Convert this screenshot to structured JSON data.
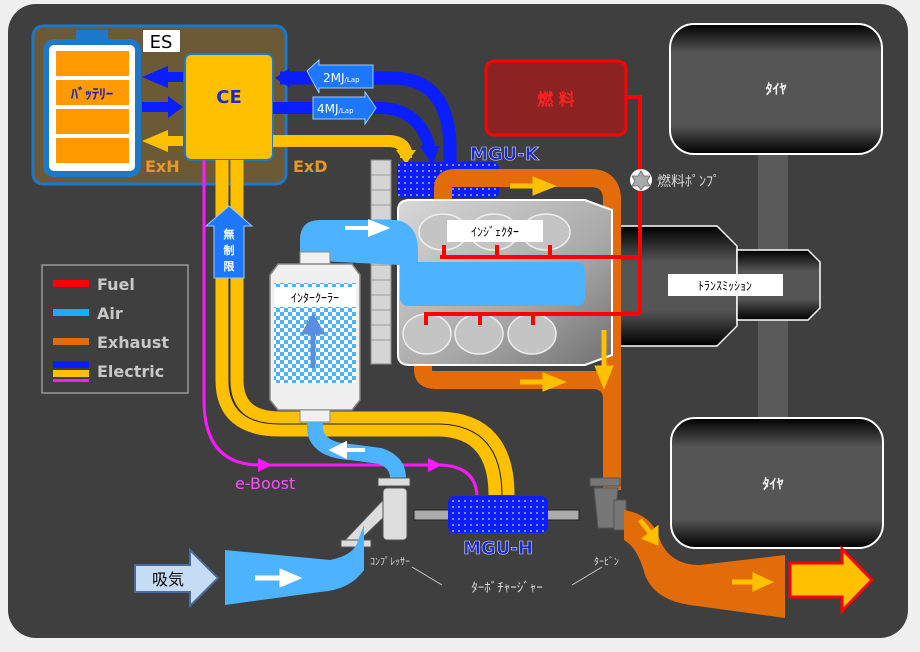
{
  "colors": {
    "background": "#3f3f3f",
    "fuel": "#ff0000",
    "air": "#4db3ff",
    "exhaust": "#e36c0a",
    "electric_blue": "#0a1eff",
    "electric_yellow": "#ffc000",
    "electric_magenta": "#ff1aff",
    "es_box": "#6b5a35",
    "ce_box": "#ffc000",
    "battery_cell": "#ff9900",
    "fuel_tank": "#8b2323"
  },
  "energy_store": {
    "label": "ES",
    "battery_label": "ﾊﾞｯﾃﾘｰ",
    "ce_label": "CE",
    "exh_label": "ExH",
    "exd_label": "ExD"
  },
  "energy_limits": {
    "recovery": {
      "value": "2MJ",
      "unit": "/Lap"
    },
    "deploy": {
      "value": "4MJ",
      "unit": "/Lap"
    },
    "unlimited_label": [
      "無",
      "制",
      "限"
    ]
  },
  "components": {
    "mgu_k": "MGU-K",
    "mgu_h": "MGU-H",
    "fuel_tank": "燃 料",
    "fuel_pump": "燃料ﾎﾟﾝﾌﾟ",
    "injector": "ｲﾝｼﾞｪｸﾀｰ",
    "intercooler": "ｲﾝﾀｰｸｰﾗｰ",
    "transmission": "ﾄﾗﾝｽﾐｯｼｮﾝ",
    "tire_top": "ﾀｲﾔ",
    "tire_bottom": "ﾀｲﾔ",
    "compressor": "ｺﾝﾌﾟﾚｯｻｰ",
    "turbine": "ﾀｰﾋﾞﾝ",
    "turbocharger": "ﾀｰﾎﾞﾁｬｰｼﾞｬｰ",
    "intake": "吸気",
    "e_boost": "e-Boost"
  },
  "legend": {
    "items": [
      {
        "label": "Fuel",
        "kind": "fuel"
      },
      {
        "label": "Air",
        "kind": "air"
      },
      {
        "label": "Exhaust",
        "kind": "exhaust"
      },
      {
        "label": "Electric",
        "kind": "electric"
      }
    ]
  }
}
